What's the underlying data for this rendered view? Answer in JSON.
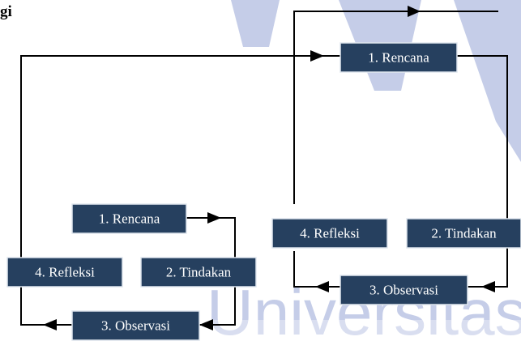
{
  "header": {
    "heading_fragment": "gi"
  },
  "watermark": {
    "text": "Universitas Ne",
    "color": "#c5cde8"
  },
  "colors": {
    "box_fill": "#26405f",
    "box_text": "#ffffff",
    "line": "#000000"
  },
  "cycles": [
    {
      "id": "cycle-1",
      "steps": [
        {
          "label": "1. Rencana"
        },
        {
          "label": "2. Tindakan"
        },
        {
          "label": "3. Observasi"
        },
        {
          "label": "4. Refleksi"
        }
      ]
    },
    {
      "id": "cycle-2",
      "steps": [
        {
          "label": "1. Rencana"
        },
        {
          "label": "2. Tindakan"
        },
        {
          "label": "3. Observasi"
        },
        {
          "label": "4. Refleksi"
        }
      ]
    }
  ]
}
